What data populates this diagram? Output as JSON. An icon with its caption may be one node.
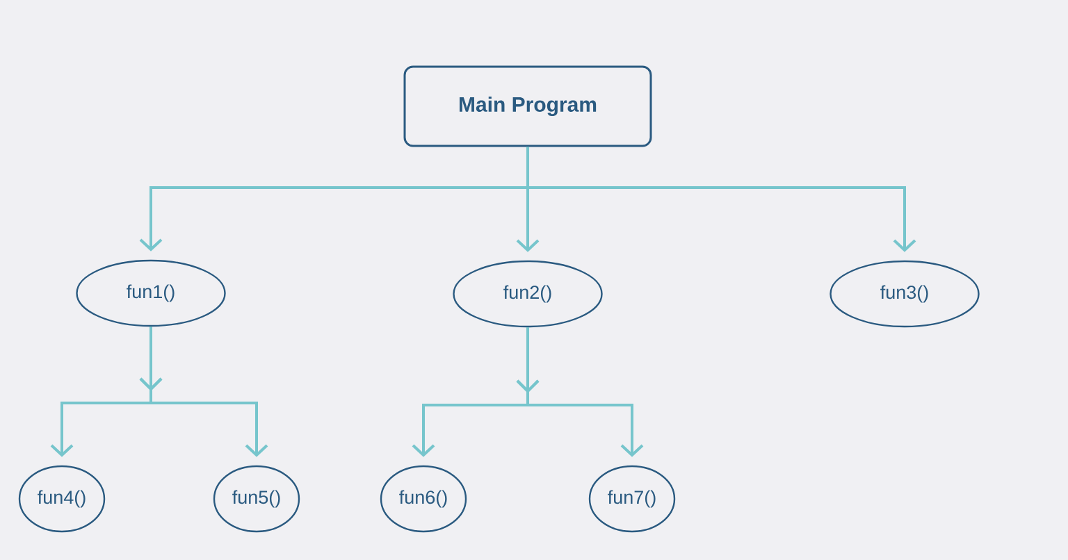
{
  "diagram": {
    "nodes": [
      {
        "text": [
          "Main Program"
        ]
      },
      {
        "text": [
          "fun1()"
        ]
      },
      {
        "text": [
          "fun2()"
        ]
      },
      {
        "text": [
          "fun3()"
        ]
      },
      {
        "text": [
          "fun4()"
        ]
      },
      {
        "text": [
          "fun5()"
        ]
      },
      {
        "text": [
          "fun6()"
        ]
      },
      {
        "text": [
          "fun7()"
        ]
      }
    ],
    "edges": [
      {
        "from": 0,
        "to": 1,
        "arrow": "to"
      },
      {
        "from": 0,
        "to": 2,
        "arrow": "to"
      },
      {
        "from": 0,
        "to": 3,
        "arrow": "to"
      },
      {
        "from": 1,
        "to": 4,
        "arrow": "to"
      },
      {
        "from": 1,
        "to": 5,
        "arrow": "to"
      },
      {
        "from": 2,
        "to": 6,
        "arrow": "to"
      },
      {
        "from": 2,
        "to": 7,
        "arrow": "to"
      }
    ]
  }
}
